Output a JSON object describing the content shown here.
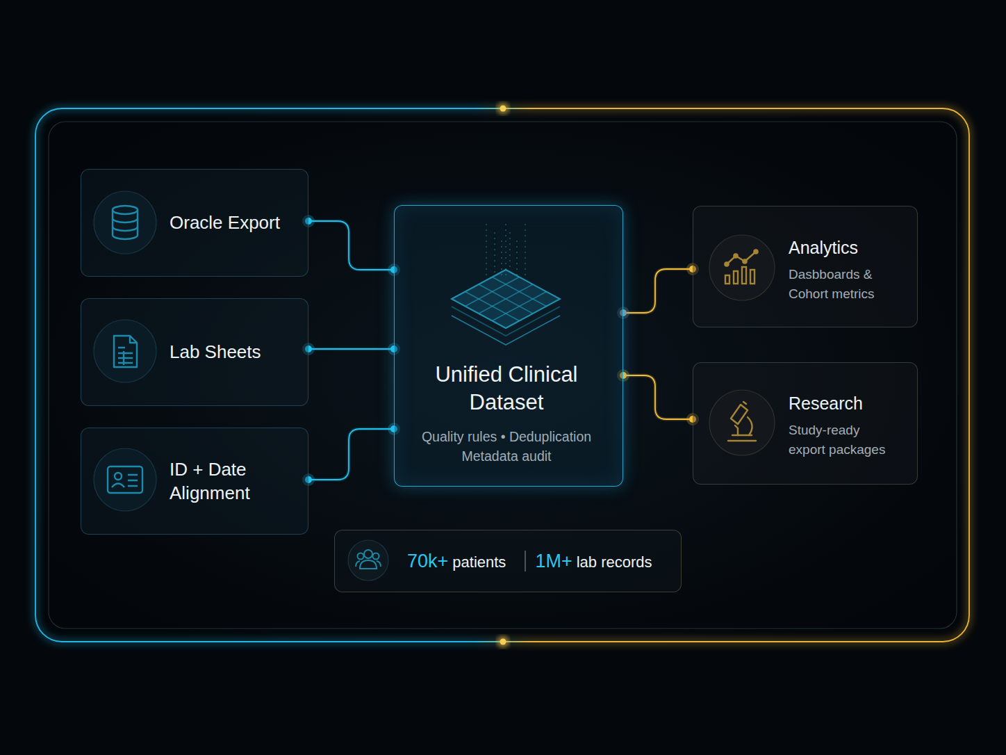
{
  "diagram": {
    "nodes": [
      {
        "text": [
          "Oracle Export"
        ]
      },
      {
        "text": [
          "Lab Sheets"
        ]
      },
      {
        "text": [
          "ID + Date Alignment"
        ]
      },
      {
        "text": [
          "Unified Clinical Dataset",
          "Quality rules • Deduplication Metadata audit"
        ]
      },
      {
        "text": [
          "Analytics",
          "Dasbboards & Cohort metrics"
        ]
      },
      {
        "text": [
          "Research",
          "Study-ready export packages"
        ]
      },
      {
        "text": [
          "70k+",
          "patients",
          "1M+",
          "lab records"
        ]
      }
    ],
    "edges": [
      {
        "from": 0,
        "to": 3,
        "arrow": "none"
      },
      {
        "from": 1,
        "to": 3,
        "arrow": "none"
      },
      {
        "from": 2,
        "to": 3,
        "arrow": "none"
      },
      {
        "from": 3,
        "to": 4,
        "arrow": "none"
      },
      {
        "from": 3,
        "to": 5,
        "arrow": "none"
      }
    ]
  }
}
